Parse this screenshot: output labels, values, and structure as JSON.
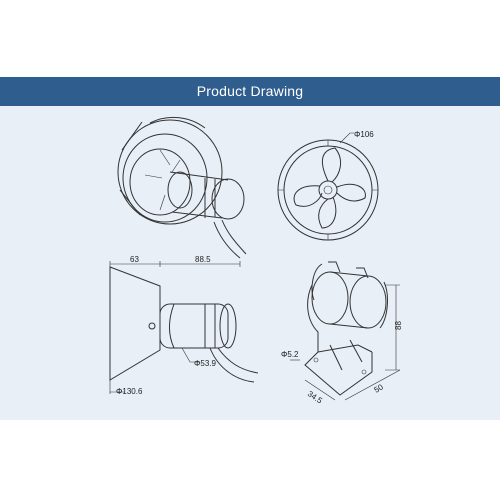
{
  "header": {
    "title": "Product Drawing"
  },
  "dimensions": {
    "front_diameter": "Φ106",
    "side_length_a": "63",
    "side_length_b": "88.5",
    "side_diameter_small": "Φ53.9",
    "side_diameter_large": "Φ130.6",
    "bracket_hole": "Φ5.2",
    "bracket_height": "88",
    "bracket_depth": "34.5",
    "bracket_width": "50"
  },
  "colors": {
    "banner": "#2f5d8e",
    "panel": "#e8eff7"
  }
}
